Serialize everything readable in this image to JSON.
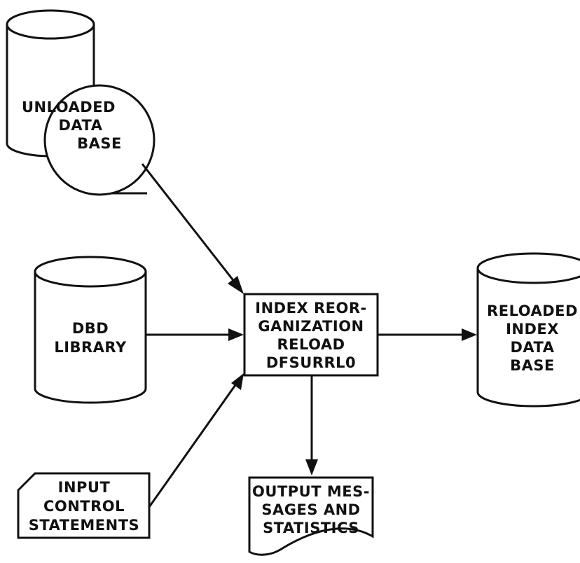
{
  "unloaded_db": {
    "line1": "UNLOADED",
    "line2": "DATA",
    "line3": "BASE"
  },
  "dbd_library": {
    "line1": "DBD",
    "line2": "LIBRARY"
  },
  "input_control": {
    "line1": "INPUT",
    "line2": "CONTROL",
    "line3": "STATEMENTS"
  },
  "process": {
    "line1": "INDEX REOR-",
    "line2": "GANIZATION",
    "line3": "RELOAD",
    "line4": "DFSURRL0"
  },
  "reloaded_db": {
    "line1": "RELOADED",
    "line2": "INDEX",
    "line3": "DATA",
    "line4": "BASE"
  },
  "output": {
    "line1": "OUTPUT MES-",
    "line2": "SAGES AND",
    "line3": "STATISTICS"
  },
  "colors": {
    "ink": "#111111",
    "paper": "#ffffff"
  }
}
